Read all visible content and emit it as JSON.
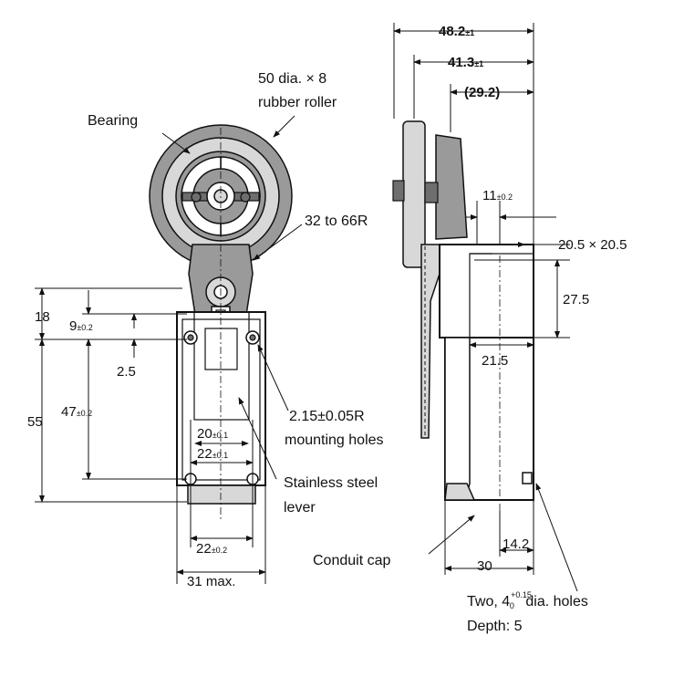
{
  "labels": {
    "roller": "50 dia. × 8",
    "roller2": "rubber roller",
    "bearing": "Bearing",
    "radius": "32 to 66R",
    "mount_holes": "2.15±0.05R",
    "mount_holes2": "mounting holes",
    "lever": "Stainless steel",
    "lever2": "lever",
    "conduit": "Conduit cap",
    "holes": "Two, 4",
    "holes_tol_up": "+0.15",
    "holes_tol_dn": "0",
    "holes_suffix": " dia. holes",
    "depth": "Depth: 5"
  },
  "dims": {
    "d48": "48.2",
    "d48_tol": "±1",
    "d41": "41.3",
    "d41_tol": "±1",
    "d29": "(29.2)",
    "d11": "11",
    "d11_tol": "±0.2",
    "d205": "20.5 × 20.5",
    "d275": "27.5",
    "d215": "21.5",
    "d142": "14.2",
    "d30": "30",
    "d18": "18",
    "d9": "9",
    "d9_tol": "±0.2",
    "d25": "2.5",
    "d55": "55",
    "d47": "47",
    "d47_tol": "±0.2",
    "d20": "20",
    "d20_tol": "±0.1",
    "d22a": "22",
    "d22a_tol": "±0.1",
    "d22b": "22",
    "d22b_tol": "±0.2",
    "d31": "31 max."
  }
}
